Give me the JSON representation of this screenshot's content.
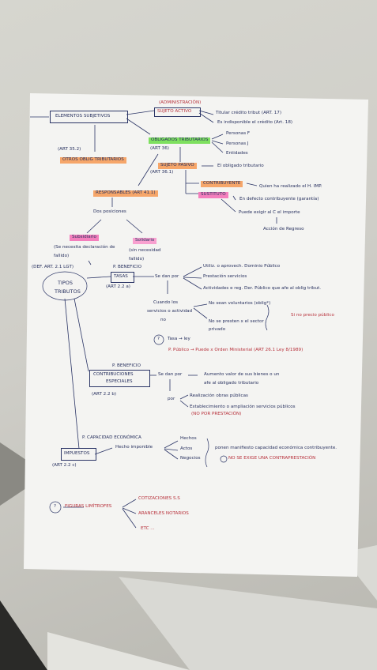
{
  "notes": {
    "admin": "(ADMINISTRACIÓN)",
    "elementos_subjetivos": "ELEMENTOS SUBJETIVOS",
    "sujeto_activo": "SUJETO ACTIVO",
    "titular": "Titular crédito tribut (ART. 17)",
    "indisponible": "Es indisponible el crédito (Art. 18)",
    "art35": "(ART 35.2)",
    "obligados": "OBLIGADOS TRIBUTARIOS",
    "art36": "(ART 36)",
    "personas_f": "Personas F",
    "personas_j": "Personas J",
    "entidades": "Entidades",
    "otros_oblig": "OTROS OBLIG TRIBUTARIOS",
    "sujeto_pasivo": "SUJETO PASIVO",
    "obligado_tributario": "El obligado tributario",
    "art36_1": "(ART 36.1)",
    "contribuyente": "CONTRIBUYENTE",
    "quien_realizado": "Quien ha realizado el H. IMP.",
    "sustituto": "SUSTITUTO",
    "defecto_contribuyente": "En defecto contribuyente (garantía)",
    "puede_exigir": "Puede exigir al C el importe",
    "accion_regreso": "Acción de Regreso",
    "responsables": "RESPONSABLES (ART 41.1)",
    "dos_posiciones": "Dos posiciones",
    "subsidiario": "Subsidiario",
    "subsidiario_note": "(Se necesita declaración de fallido)",
    "solidario": "Solidario",
    "solidario_note": "(sin necesidad fallido)",
    "def_art": "(DEF. ART. 2.1 LGT)",
    "tipos": "TIPOS",
    "tributos": "TRIBUTOS",
    "p_beneficio": "P. BENEFICIO",
    "tasas": "TASAS",
    "se_dan_por": "Se dan por",
    "art22a": "(ART 2.2 a)",
    "utiliz": "Utiliz. o aprovech. Dominio Público",
    "prestacion_servicios": "Prestación servicios",
    "actividades": "Actividades e reg. Der. Público que afe al oblig tribut.",
    "cuando_los": "Cuando los",
    "servicios_actividad": "servicios o actividad",
    "no": "no",
    "no_voluntarios": "No sean voluntarios (oblig*)",
    "no_se_presten": "No se presten x el sector privado",
    "si_no_precio": "Si no precio público",
    "tasa_ley": "Tasa → ley",
    "p_publico": "P. Público → Puede x Orden Ministerial (ART 26.1 Ley 8/1989)",
    "p_beneficio2": "P. BENEFICIO",
    "contribuciones": "CONTRIBUCIONES",
    "especiales": "ESPECIALES",
    "se_dan_por2": "Se dan por",
    "aumento_valor": "Aumento valor de sus bienes o un",
    "afe_obligado": "afe al obligado tributario",
    "art22b": "(ART 2.2 b)",
    "por": "por",
    "realizacion_obras": "Realización obras públicas",
    "establecimiento": "Establecimiento o ampliación servicios públicos",
    "no_por_prestacion": "(NO POR PRESTACIÓN)",
    "p_capacidad": "P. CAPACIDAD ECONÓMICA",
    "impuestos": "IMPUESTOS",
    "hecho_imponible": "Hecho imponible",
    "hechos": "Hechos",
    "actos": "Actos",
    "negocios": "Negocios",
    "ponen_manifiesto": "ponen manifiesto capacidad económica contribuyente.",
    "no_se_exige": "NO SE EXIGE UNA CONTRAPRESTACIÓN",
    "art22c": "(ART 2.2 c)",
    "figuras_limitrofes": "FIGURAS LIMÍTROFES",
    "cotizaciones": "COTIZACIONES S.S",
    "aranceles": "ARANCELES NOTARIOS",
    "etc": "ETC ..."
  },
  "colors": {
    "ink": "#27305e",
    "red_ink": "#b8323c",
    "highlight_orange": "#f6a66a",
    "highlight_green": "#7ee05f",
    "highlight_pink": "#f47fbd"
  }
}
